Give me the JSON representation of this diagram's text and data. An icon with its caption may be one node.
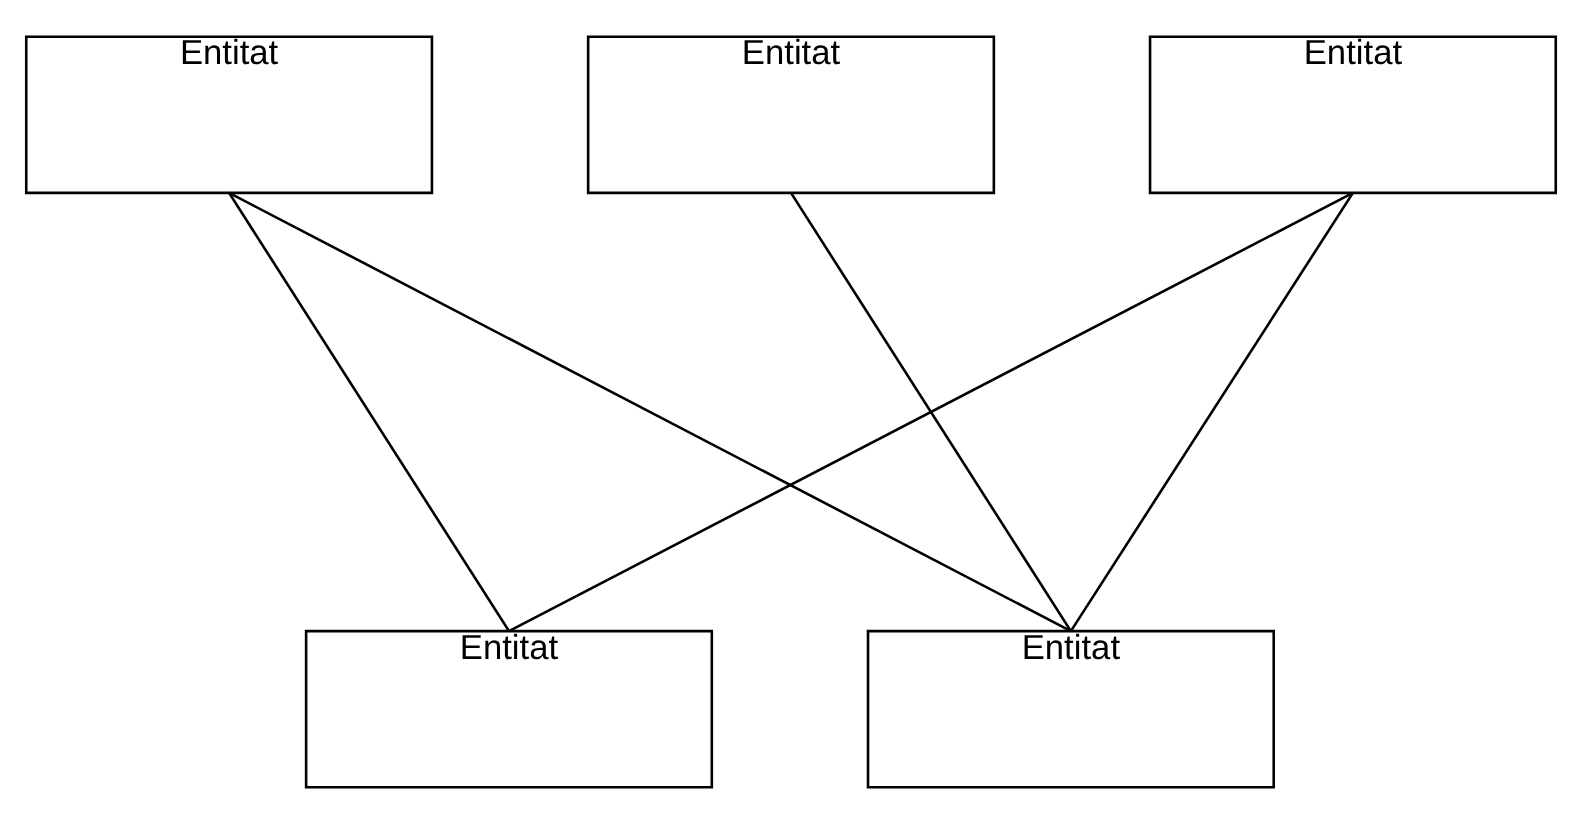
{
  "diagram": {
    "nodes": [
      {
        "text": [
          "Entitat"
        ]
      },
      {
        "text": [
          "Entitat"
        ]
      },
      {
        "text": [
          "Entitat"
        ]
      },
      {
        "text": [
          "Entitat"
        ]
      },
      {
        "text": [
          "Entitat"
        ]
      }
    ],
    "edges": [
      {
        "from": 0,
        "to": 3,
        "arrow": "none"
      },
      {
        "from": 0,
        "to": 4,
        "arrow": "none"
      },
      {
        "from": 1,
        "to": 4,
        "arrow": "none"
      },
      {
        "from": 2,
        "to": 3,
        "arrow": "none"
      },
      {
        "from": 2,
        "to": 4,
        "arrow": "none"
      }
    ]
  }
}
